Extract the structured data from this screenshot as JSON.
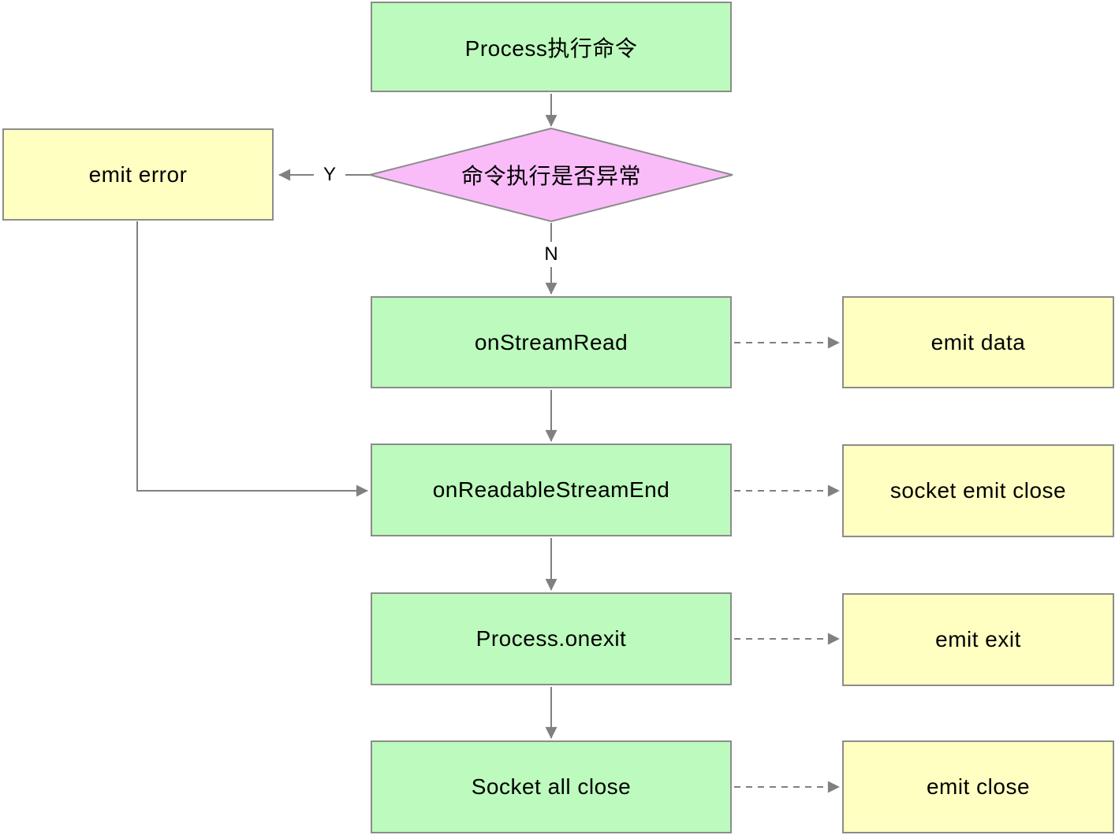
{
  "diagram": {
    "type": "flowchart",
    "nodes": {
      "process_exec": "Process执行命令",
      "decision": "命令执行是否异常",
      "emit_error": "emit error",
      "on_stream_read": "onStreamRead",
      "emit_data": "emit data",
      "on_readable_stream_end": "onReadableStreamEnd",
      "socket_emit_close": "socket emit close",
      "process_onexit": "Process.onexit",
      "emit_exit": "emit exit",
      "socket_all_close": "Socket all close",
      "emit_close": "emit close"
    },
    "edge_labels": {
      "yes": "Y",
      "no": "N"
    },
    "colors": {
      "green": "#BDFABD",
      "yellow": "#FFFFC2",
      "pink": "#F9BCF9",
      "stroke": "#8C8C8C",
      "connector": "#808080",
      "text": "#000000",
      "canvas": "#FFFFFF"
    }
  }
}
